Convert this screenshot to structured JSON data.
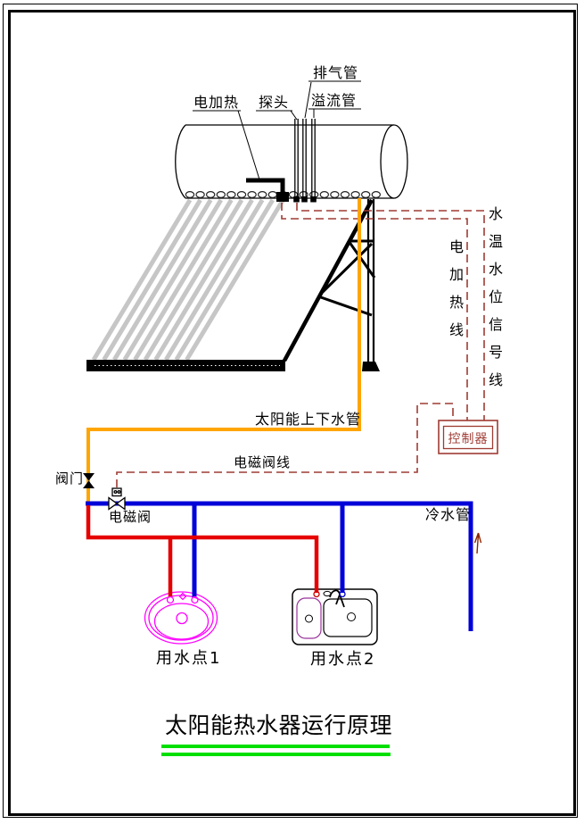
{
  "title": {
    "text": "太阳能热水器运行原理"
  },
  "tank_labels": {
    "electric_heater": "电加热",
    "probe": "探头",
    "exhaust_pipe": "排气管",
    "overflow_pipe": "溢流管"
  },
  "pipe_labels": {
    "solar_updown_pipe": "太阳能上下水管",
    "cold_water_pipe": "冷水管"
  },
  "wire_labels": {
    "solenoid_valve_wire": "电磁阀线",
    "electric_heater_wire": "电加热线",
    "water_temp_level_signal_wire": "水温水位信号线"
  },
  "valve_labels": {
    "valve": "阀门",
    "solenoid_valve": "电磁阀"
  },
  "controller": {
    "label": "控制器"
  },
  "fixtures": {
    "sink1_label": "用水点1",
    "sink2_label": "用水点2"
  },
  "colors": {
    "solar_pipe": "#ffa500",
    "hot_water": "#e60000",
    "cold_water": "#0000d8",
    "signal_wire": "#9e3b33",
    "collector_tube": "#c6c6c6",
    "basin_magenta": "#ff00ff",
    "title_underline": "#00df00"
  }
}
